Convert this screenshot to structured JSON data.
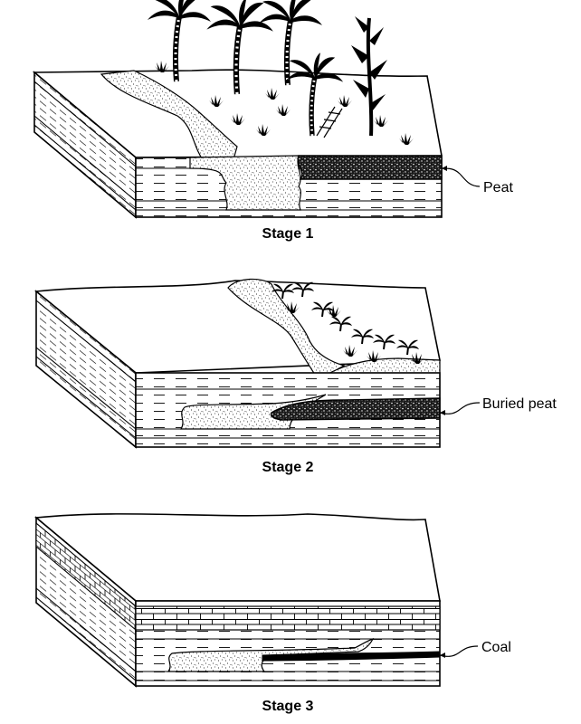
{
  "stages": [
    {
      "title": "Stage 1",
      "callout": "Peat"
    },
    {
      "title": "Stage 2",
      "callout": "Buried peat"
    },
    {
      "title": "Stage 3",
      "callout": "Coal"
    }
  ],
  "colors": {
    "ink": "#000000",
    "paper": "#ffffff"
  }
}
